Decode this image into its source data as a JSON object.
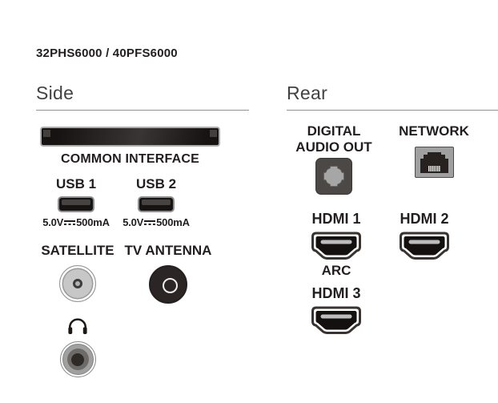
{
  "title": "32PHS6000 / 40PFS6000",
  "side": {
    "heading": "Side",
    "common_interface_label": "COMMON INTERFACE",
    "usb": [
      {
        "name": "USB 1",
        "voltage": "5.0V",
        "current": "500mA"
      },
      {
        "name": "USB 2",
        "voltage": "5.0V",
        "current": "500mA"
      }
    ],
    "satellite_label": "SATELLITE",
    "tv_antenna_label": "TV ANTENNA"
  },
  "rear": {
    "heading": "Rear",
    "digital_audio_out_label": "DIGITAL AUDIO OUT",
    "network_label": "NETWORK",
    "hdmi": [
      {
        "name": "HDMI 1",
        "sublabel": "ARC"
      },
      {
        "name": "HDMI 2",
        "sublabel": ""
      },
      {
        "name": "HDMI 3",
        "sublabel": ""
      }
    ]
  },
  "icons": {
    "dc_power": "dc-symbol-icon",
    "headphones": "headphones-icon"
  },
  "colors": {
    "background": "#ffffff",
    "text": "#221e1f",
    "heading": "#424242",
    "rule": "#949494",
    "port_dark": "#262120",
    "port_gray": "#9c9c9c",
    "port_light_gray": "#c7c7c7"
  }
}
